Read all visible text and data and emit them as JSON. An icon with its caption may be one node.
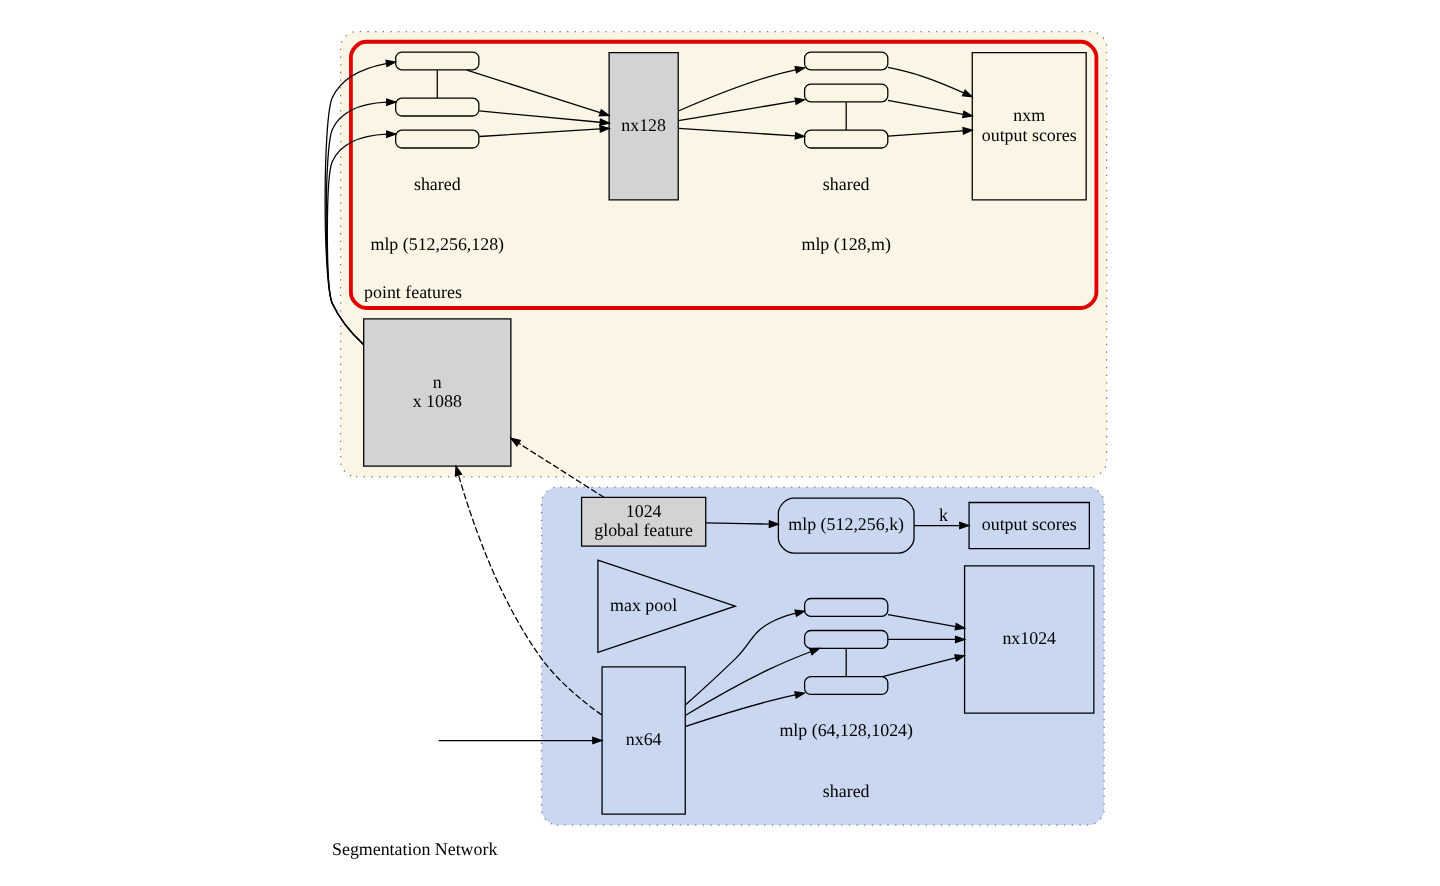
{
  "diagram": {
    "caption": "Segmentation Network",
    "nodes": [
      {
        "text": [],
        "shape": "box"
      },
      {
        "text": [
          "nx64"
        ],
        "in": 0
      },
      {
        "text": [],
        "shape": "box",
        "in": 0
      },
      {
        "text": [],
        "shape": "box",
        "in": 0
      },
      {
        "text": [],
        "shape": "box",
        "in": 0
      },
      {
        "text": [
          "nx1024"
        ],
        "in": 0
      },
      {
        "text": [
          "max pool"
        ],
        "in": 0
      },
      {
        "text": [
          "1024",
          "global feature"
        ],
        "in": 0
      },
      {
        "text": [
          "mlp (512,256,k)"
        ],
        "in": 0
      },
      {
        "text": [
          "output scores"
        ],
        "in": 0
      },
      {
        "text": [],
        "shape": "box"
      },
      {
        "text": [
          "n",
          "x 1088"
        ],
        "in": 10
      },
      {
        "text": [
          "point features"
        ],
        "in": 10
      },
      {
        "text": [],
        "shape": "box",
        "in": 12
      },
      {
        "text": [],
        "shape": "box",
        "in": 12
      },
      {
        "text": [],
        "shape": "box",
        "in": 12
      },
      {
        "text": [
          "nx128"
        ],
        "in": 12
      },
      {
        "text": [],
        "shape": "box",
        "in": 12
      },
      {
        "text": [],
        "shape": "box",
        "in": 12
      },
      {
        "text": [],
        "shape": "box",
        "in": 12
      },
      {
        "text": [
          "nxm",
          "output scores"
        ],
        "in": 12
      }
    ],
    "edges": [
      {
        "from": null,
        "to": 1,
        "arrow": "to"
      },
      {
        "from": 1,
        "to": 2,
        "arrow": "to"
      },
      {
        "from": 1,
        "to": 3,
        "arrow": "to"
      },
      {
        "from": 1,
        "to": 4,
        "arrow": "to"
      },
      {
        "from": 2,
        "to": 5,
        "arrow": "to"
      },
      {
        "from": 3,
        "to": 5,
        "arrow": "to"
      },
      {
        "from": 4,
        "to": 5,
        "arrow": "to"
      },
      {
        "from": 3,
        "to": 4,
        "arrow": "none"
      },
      {
        "from": 7,
        "to": 8,
        "arrow": "to"
      },
      {
        "from": 8,
        "to": 9,
        "arrow": "to",
        "label": "k"
      },
      {
        "from": 1,
        "to": 11,
        "arrow": "to",
        "style": "dashed"
      },
      {
        "from": 7,
        "to": 11,
        "arrow": "to",
        "style": "dashed"
      },
      {
        "from": 11,
        "to": 13,
        "arrow": "to"
      },
      {
        "from": 11,
        "to": 14,
        "arrow": "to"
      },
      {
        "from": 11,
        "to": 15,
        "arrow": "to"
      },
      {
        "from": 13,
        "to": 16,
        "arrow": "to"
      },
      {
        "from": 14,
        "to": 16,
        "arrow": "to"
      },
      {
        "from": 15,
        "to": 16,
        "arrow": "to"
      },
      {
        "from": 14,
        "to": 15,
        "arrow": "none"
      },
      {
        "from": 16,
        "to": 17,
        "arrow": "to"
      },
      {
        "from": 16,
        "to": 18,
        "arrow": "to"
      },
      {
        "from": 16,
        "to": 19,
        "arrow": "to"
      },
      {
        "from": 17,
        "to": 20,
        "arrow": "to"
      },
      {
        "from": 18,
        "to": 20,
        "arrow": "to"
      },
      {
        "from": 19,
        "to": 20,
        "arrow": "to"
      },
      {
        "from": 18,
        "to": 19,
        "arrow": "none"
      }
    ],
    "labels": [
      "mlp (64,128,1024)",
      "shared",
      "shared",
      "mlp (512,256,128)",
      "shared",
      "mlp (128,m)"
    ]
  }
}
